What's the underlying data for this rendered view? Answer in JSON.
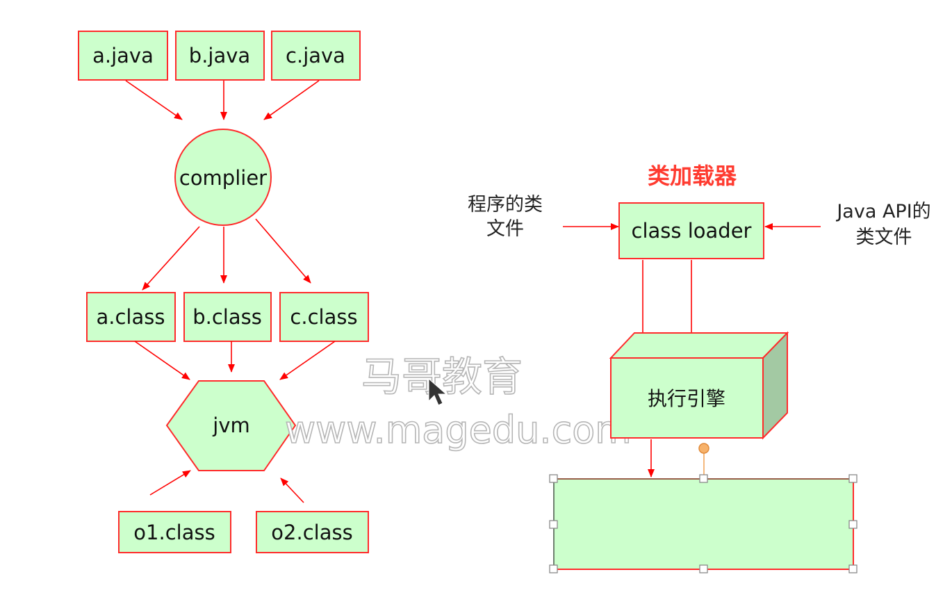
{
  "colors": {
    "node_fill": "#ccffcc",
    "node_stroke": "#ff2a2a",
    "arrow": "#ff0000",
    "title": "#ff3b30"
  },
  "compile_flow": {
    "sources": [
      "a.java",
      "b.java",
      "c.java"
    ],
    "compiler": "complier",
    "classes": [
      "a.class",
      "b.class",
      "c.class"
    ],
    "jvm": "jvm",
    "other_classes": [
      "o1.class",
      "o2.class"
    ]
  },
  "loader_flow": {
    "title": "类加载器",
    "left_label": [
      "程序的类",
      "文件"
    ],
    "class_loader": "class loader",
    "right_label": [
      "Java API的",
      "类文件"
    ],
    "engine": "执行引擎"
  },
  "watermark": {
    "name": "马哥教育",
    "url": "www.magedu.com"
  },
  "cursor_icon": "mouse-pointer-icon"
}
